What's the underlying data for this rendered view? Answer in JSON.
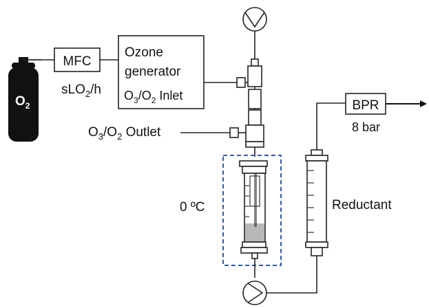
{
  "cylinder": {
    "formula_main": "O",
    "formula_sub": "2"
  },
  "mfc": {
    "label": "MFC"
  },
  "flow_unit": {
    "pre": "sLO",
    "sub": "2",
    "post": "/h"
  },
  "ozone_generator": {
    "line1": "Ozone",
    "line2": "generator",
    "inlet": {
      "a": "O",
      "a_sub": "3",
      "mid": "/O",
      "b_sub": "2",
      "rest": " Inlet"
    }
  },
  "outlet": {
    "a": "O",
    "a_sub": "3",
    "mid": "/O",
    "b_sub": "2",
    "rest": " Outlet"
  },
  "temperature": {
    "label": "0 ºC"
  },
  "bpr": {
    "label": "BPR",
    "pressure": "8 bar"
  },
  "reductant": {
    "label": "Reductant"
  },
  "colors": {
    "line": "#222222",
    "cooling_box": "#2f5aa8",
    "liquid": "#b8b8b8",
    "cylinder": "#111111"
  }
}
